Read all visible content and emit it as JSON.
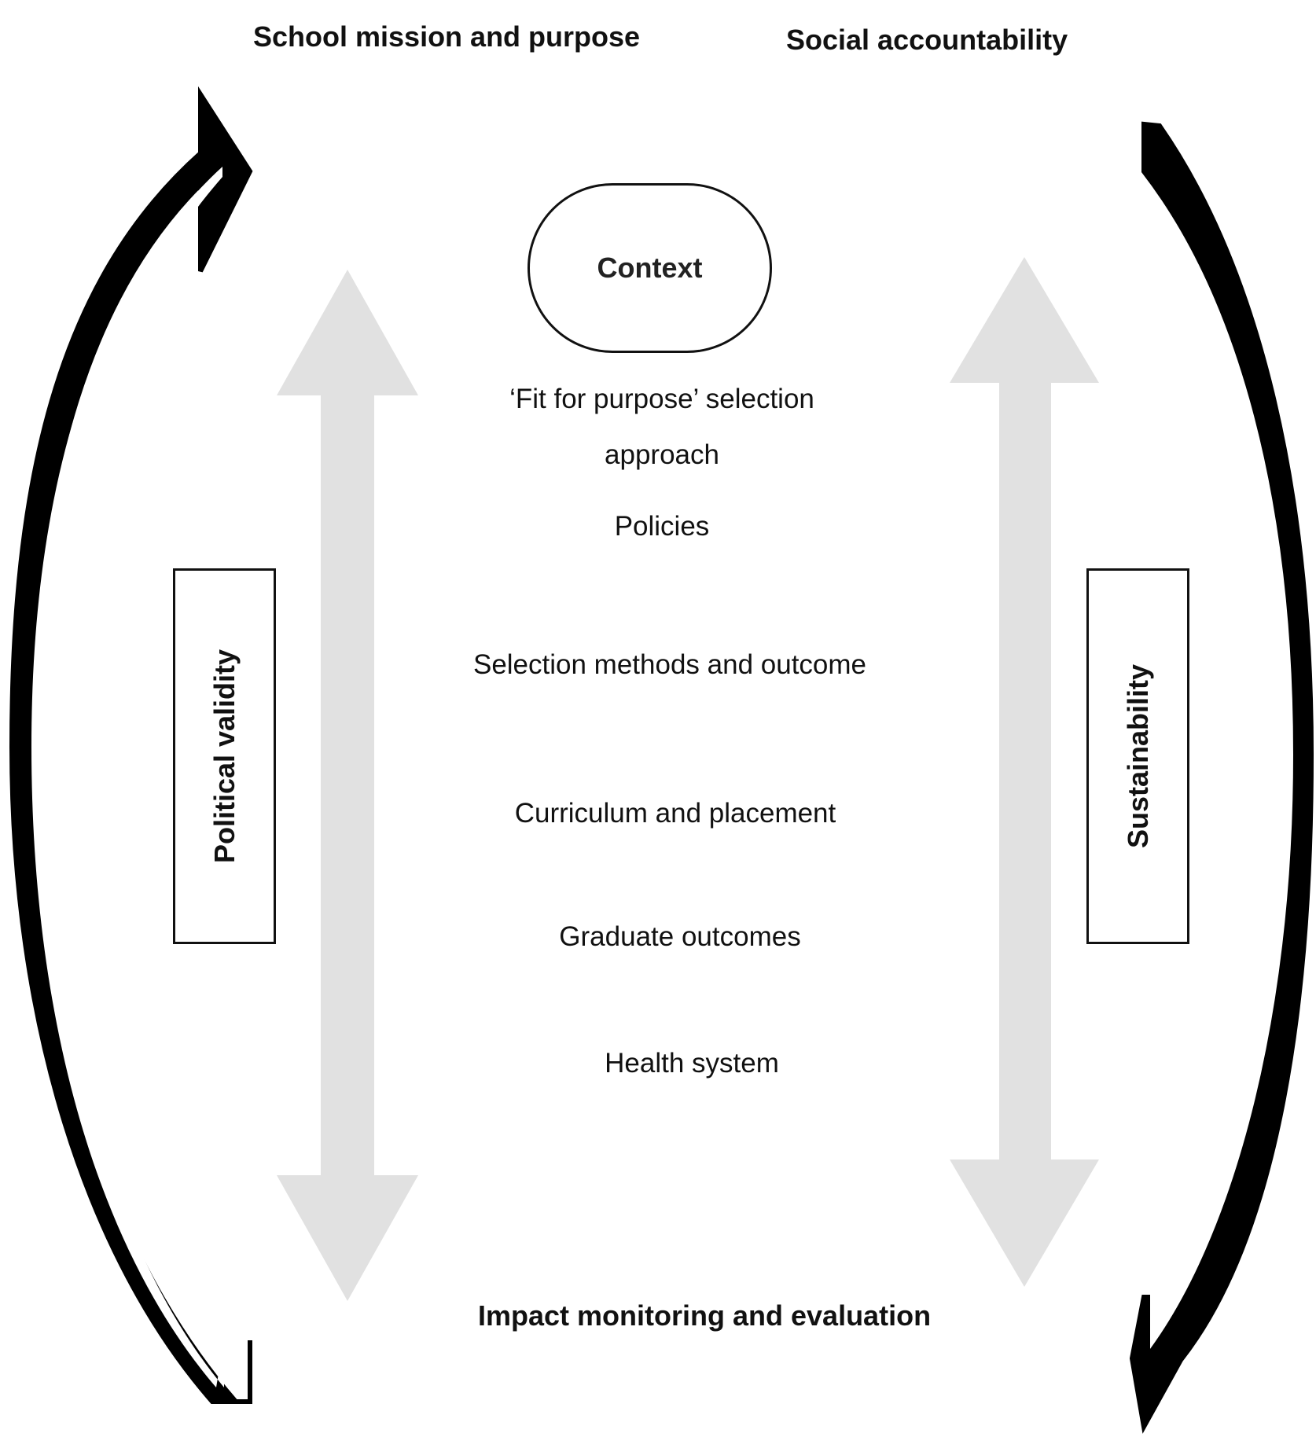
{
  "top": {
    "left_title": "School mission and purpose",
    "right_title": "Social accountability"
  },
  "context": {
    "label": "Context"
  },
  "center_items": {
    "fit_line1": "‘Fit for purpose’ selection",
    "fit_line2": "approach",
    "policies": "Policies",
    "selection": "Selection methods and outcome",
    "curriculum": "Curriculum and placement",
    "graduate": "Graduate outcomes",
    "health": "Health system"
  },
  "bottom": {
    "title": "Impact monitoring and evaluation"
  },
  "side_boxes": {
    "left": "Political validity",
    "right": "Sustainability"
  },
  "colors": {
    "outline": "#000000",
    "double_arrow_fill": "#e1e1e1",
    "background": "#ffffff"
  }
}
